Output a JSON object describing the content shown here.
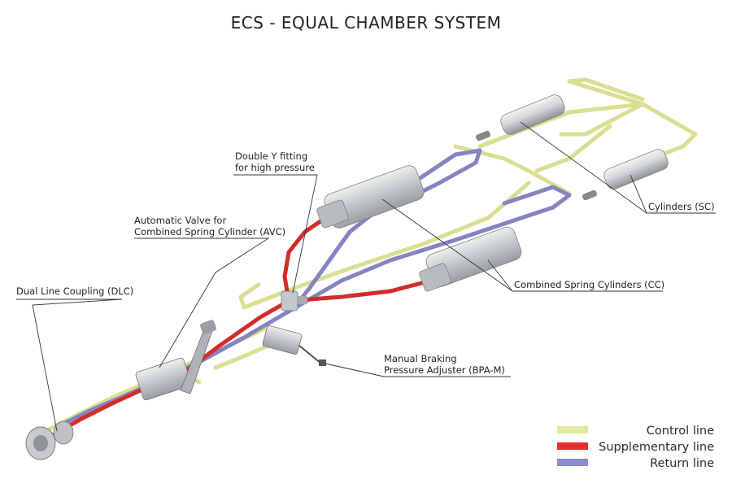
{
  "title": "ECS - EQUAL CHAMBER SYSTEM",
  "labels": {
    "double_y_line1": "Double Y fitting",
    "double_y_line2": "for high pressure",
    "avc_line1": "Automatic Valve for",
    "avc_line2": "Combined Spring Cylinder (AVC)",
    "dlc": "Dual Line Coupling (DLC)",
    "sc": "Cylinders (SC)",
    "cc": "Combined Spring Cylinders (CC)",
    "bpa_line1": "Manual Braking",
    "bpa_line2": "Pressure Adjuster (BPA-M)"
  },
  "legend": [
    {
      "label": "Control line",
      "color": "#e3e8a2"
    },
    {
      "label": "Supplementary line",
      "color": "#e03030"
    },
    {
      "label": "Return line",
      "color": "#8c8cc8"
    }
  ],
  "colors": {
    "control": "#e3e8a2",
    "supplementary": "#e03030",
    "return": "#8c8cc8",
    "component": "#c9cbcd"
  }
}
